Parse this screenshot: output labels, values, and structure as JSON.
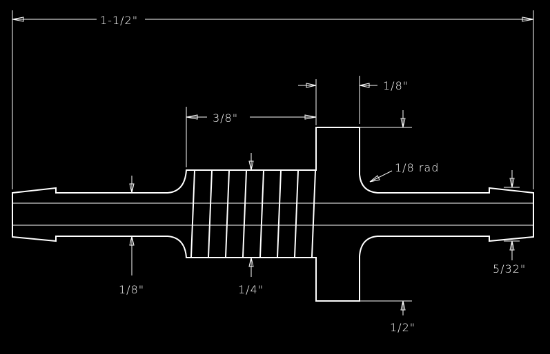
{
  "drawing": {
    "title": "Hose barb fitting",
    "dimensions": {
      "overall_length": "1-1/2\"",
      "knurl_length": "3/8\"",
      "flange_thickness": "1/8\"",
      "fillet_radius": "1/8 rad",
      "barb_diameter": "1/8\"",
      "knurl_diameter": "1/4\"",
      "tip_diameter": "5/32\"",
      "flange_diameter": "1/2\""
    },
    "colors": {
      "background": "#000000",
      "lines": "#ffffff"
    }
  }
}
